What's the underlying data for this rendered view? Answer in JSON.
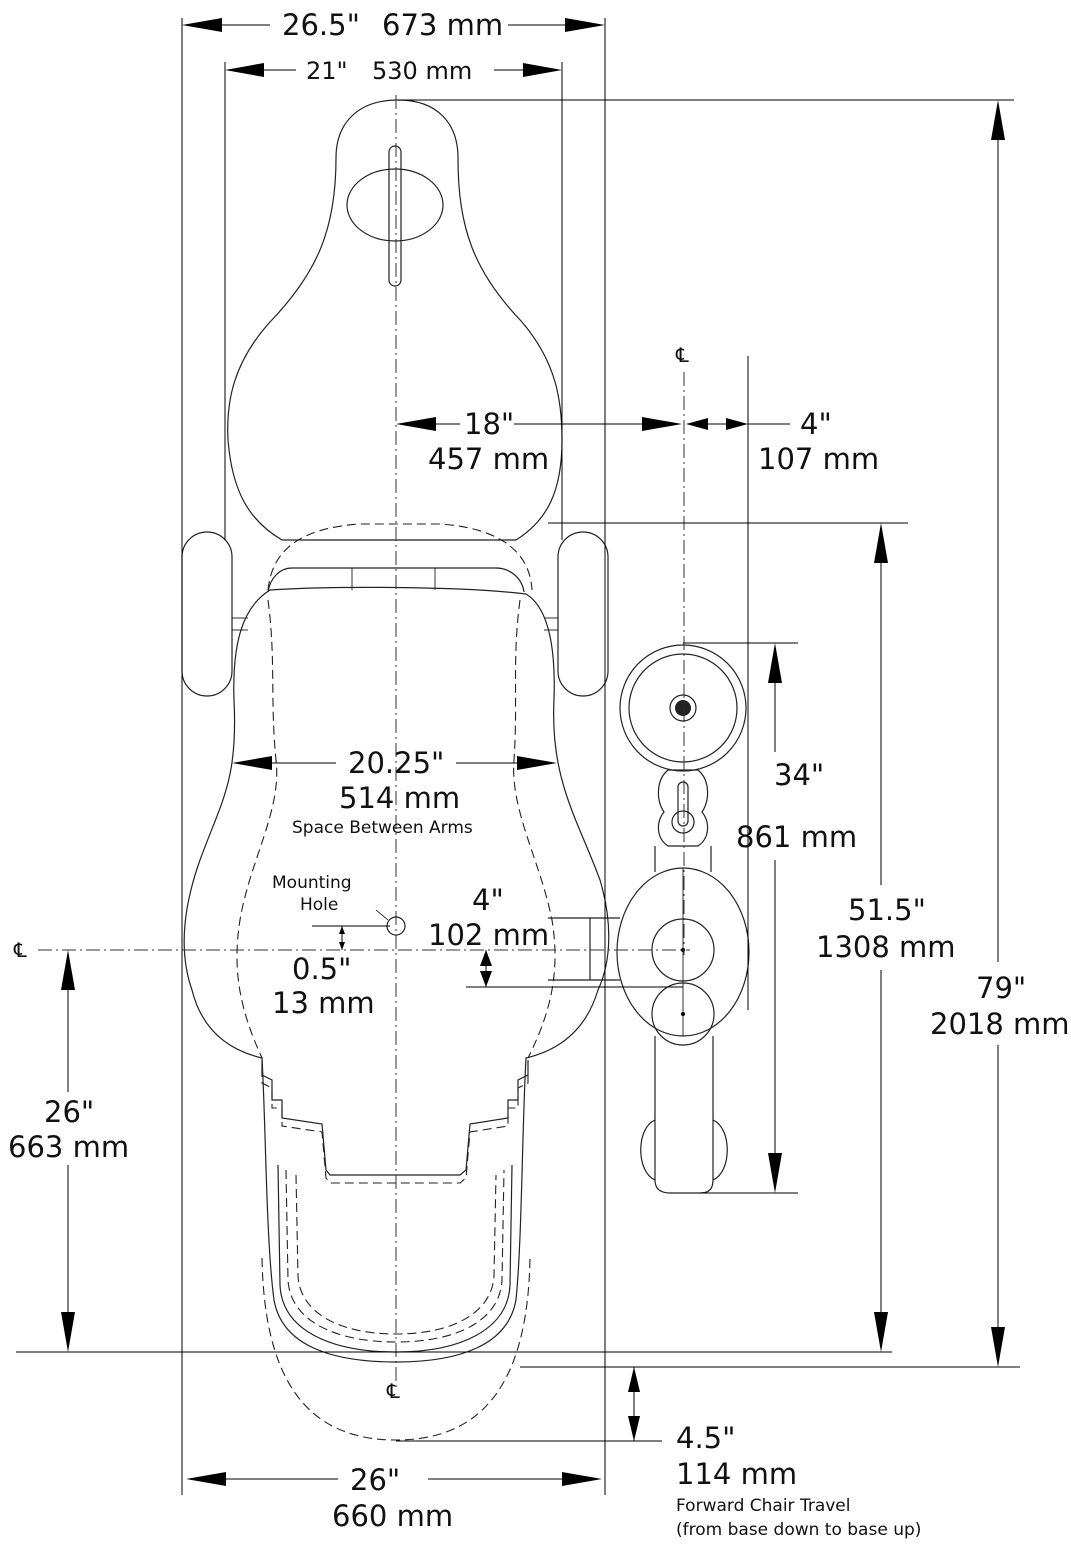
{
  "dimensions": {
    "overall_width": {
      "in": "26.5\"",
      "mm": "673 mm"
    },
    "headrest_width": {
      "in": "21\"",
      "mm": "530 mm"
    },
    "center_to_post": {
      "in": "18\"",
      "mm": "457 mm"
    },
    "post_offset": {
      "in": "4\"",
      "mm": "107 mm"
    },
    "space_between_arms": {
      "in": "20.25\"",
      "mm": "514 mm",
      "note": "Space Between Arms"
    },
    "mounting_hole": {
      "label_line1": "Mounting",
      "label_line2": "Hole",
      "in": "0.5\"",
      "mm": "13 mm"
    },
    "cuspidor_offset": {
      "in": "4\"",
      "mm": "102 mm"
    },
    "delivery_length": {
      "in": "34\"",
      "mm": "861 mm"
    },
    "chair_length": {
      "in": "51.5\"",
      "mm": "1308 mm"
    },
    "overall_length": {
      "in": "79\"",
      "mm": "2018 mm"
    },
    "base_to_center": {
      "in": "26\"",
      "mm": "663 mm"
    },
    "base_width": {
      "in": "26\"",
      "mm": "660 mm"
    },
    "forward_travel": {
      "in": "4.5\"",
      "mm": "114 mm",
      "note1": "Forward Chair Travel",
      "note2": "(from base down to base up)"
    }
  },
  "centerline_symbol": "℄"
}
